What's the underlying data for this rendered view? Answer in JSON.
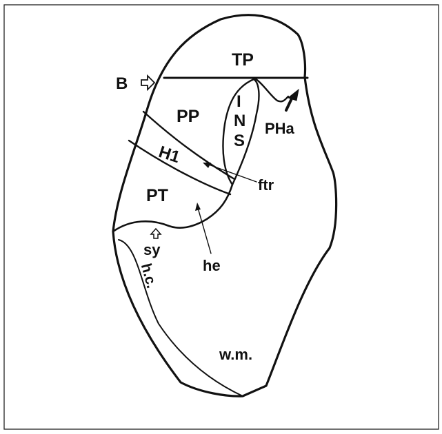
{
  "figure": {
    "labels": {
      "tp": "TP",
      "b": "B",
      "pp": "PP",
      "ins_1": "I",
      "ins_2": "N",
      "ins_3": "S",
      "pha": "PHa",
      "h1": "H1",
      "ftr": "ftr",
      "pt": "PT",
      "sy": "sy",
      "he": "he",
      "hc": "h.c.",
      "wm": "w.m."
    },
    "colors": {
      "ink": "#111111",
      "paper": "#ffffff"
    }
  }
}
